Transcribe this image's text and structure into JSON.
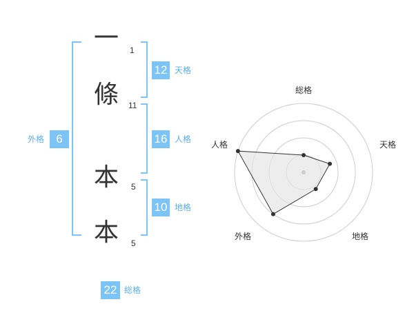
{
  "name_chars": [
    {
      "char": "一",
      "strokes": "1"
    },
    {
      "char": "條",
      "strokes": "11"
    },
    {
      "char": "本",
      "strokes": "5"
    },
    {
      "char": "本",
      "strokes": "5"
    }
  ],
  "fortunes": {
    "tenkaku": {
      "value": "12",
      "label": "天格"
    },
    "jinkaku": {
      "value": "16",
      "label": "人格"
    },
    "chikaku": {
      "value": "10",
      "label": "地格"
    },
    "gaikaku": {
      "value": "6",
      "label": "外格"
    },
    "soukaku": {
      "value": "22",
      "label": "総格"
    }
  },
  "radar": {
    "axes": [
      "総格",
      "天格",
      "地格",
      "外格",
      "人格"
    ],
    "values": [
      1.0,
      1.6,
      1.2,
      3.0,
      4.0
    ],
    "max": 4,
    "rings": 4,
    "fill_color": "#e6e6e6",
    "ring_color": "#cccccc"
  },
  "colors": {
    "accent": "#7cc4f5",
    "label": "#5aaee8"
  }
}
